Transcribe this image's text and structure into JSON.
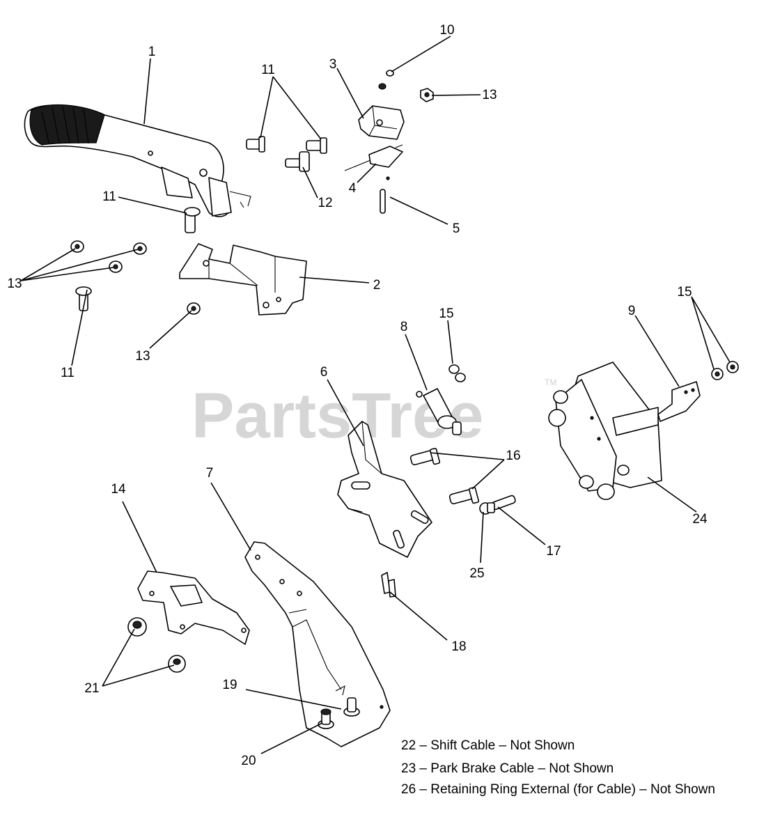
{
  "watermark": {
    "brand": "PartsTree",
    "trademark": "TM"
  },
  "callouts": {
    "c1": "1",
    "c2": "2",
    "c3": "3",
    "c4": "4",
    "c5": "5",
    "c6": "6",
    "c7": "7",
    "c8": "8",
    "c9": "9",
    "c10": "10",
    "c11a": "11",
    "c11b": "11",
    "c11c": "11",
    "c12": "12",
    "c13a": "13",
    "c13b": "13",
    "c13c": "13",
    "c14": "14",
    "c15a": "15",
    "c15b": "15",
    "c16": "16",
    "c17": "17",
    "c18": "18",
    "c19": "19",
    "c20": "20",
    "c21": "21",
    "c24": "24",
    "c25": "25"
  },
  "notes": [
    "22 – Shift Cable – Not Shown",
    "23 – Park Brake Cable – Not Shown",
    "26 – Retaining Ring External (for Cable) – Not Shown"
  ]
}
